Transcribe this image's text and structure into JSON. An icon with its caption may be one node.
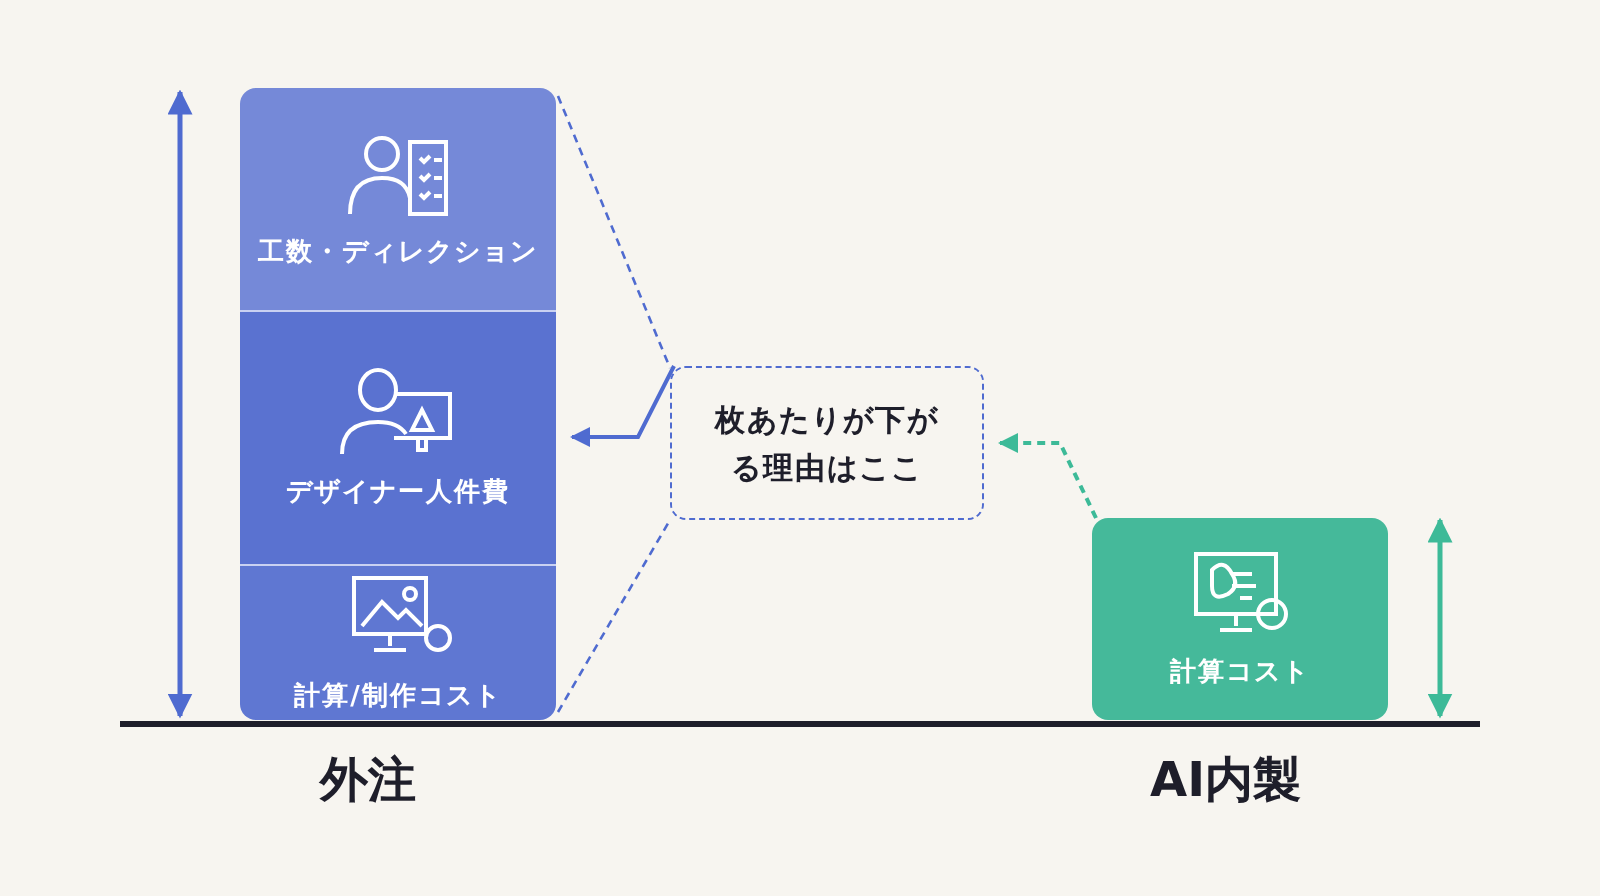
{
  "diagram": {
    "nodes": [
      {
        "text": [
          "工数・ディレクション"
        ]
      },
      {
        "text": [
          "デザイナー人件費"
        ]
      },
      {
        "text": [
          "計算/制作コスト"
        ]
      },
      {
        "text": [
          "枚あたりが下がる理由はここ"
        ]
      },
      {
        "text": [
          "計算コスト"
        ]
      }
    ],
    "edges": [
      {
        "from": 3,
        "to": 1,
        "arrow": "to"
      },
      {
        "from": 4,
        "to": 3,
        "arrow": "to",
        "style": "dashed",
        "color": "#3dba98"
      },
      {
        "from": 0,
        "to": 3,
        "arrow": "none",
        "style": "dashed"
      },
      {
        "from": 2,
        "to": 3,
        "arrow": "none",
        "style": "dashed"
      }
    ],
    "labels": [
      "外注",
      "AI内製"
    ]
  }
}
